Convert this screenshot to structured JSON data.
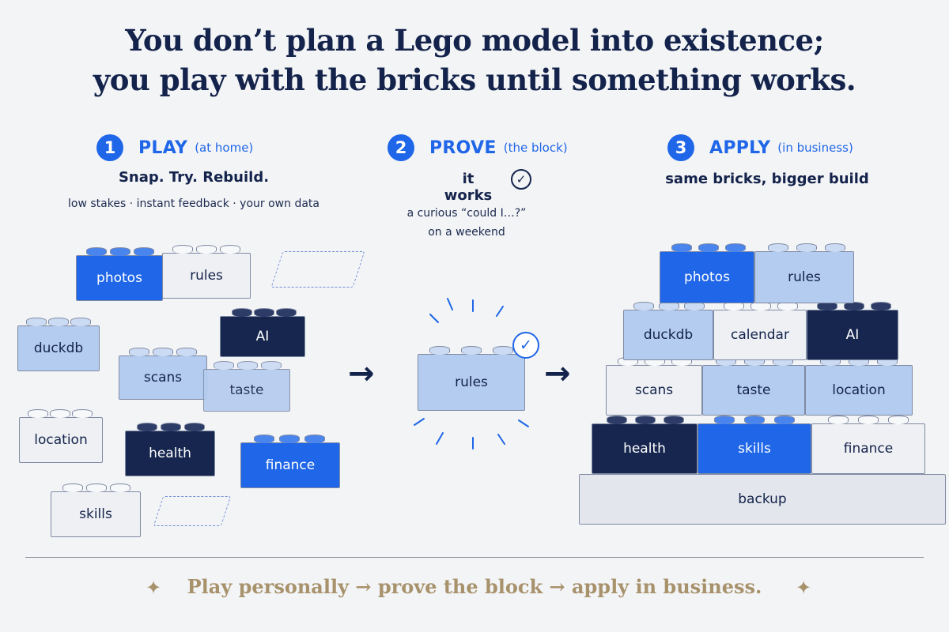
{
  "headline": {
    "line1": "You don’t plan a Lego model into existence;",
    "line2": "you play with the bricks until something works."
  },
  "steps": [
    {
      "num": "1",
      "name": "PLAY",
      "paren": "(at home)",
      "subtitle": "Snap. Try. Rebuild.",
      "detail": "low stakes · instant feedback · your own data"
    },
    {
      "num": "2",
      "name": "PROVE",
      "paren": "(the block)",
      "subtitle": "it works",
      "detail_line1": "a curious “could I…?”",
      "detail_line2": "on a weekend"
    },
    {
      "num": "3",
      "name": "APPLY",
      "paren": "(in business)",
      "subtitle": "same bricks, bigger build"
    }
  ],
  "play_bricks": [
    "photos",
    "rules",
    "duckdb",
    "AI",
    "scans",
    "taste",
    "location",
    "health",
    "finance",
    "skills"
  ],
  "prove_brick": "rules",
  "apply_bricks": {
    "row1": [
      "photos",
      "rules"
    ],
    "row2": [
      "duckdb",
      "calendar",
      "AI"
    ],
    "row3": [
      "scans",
      "taste",
      "location"
    ],
    "row4": [
      "health",
      "skills",
      "finance"
    ],
    "base": "backup"
  },
  "icons": {
    "arrow": "→",
    "check": "✓",
    "sparkle": "✦"
  },
  "colors": {
    "blue": "#1f66e8",
    "navy": "#16264f",
    "light": "#b4ccef",
    "white": "#eef0f4",
    "gold": "#a8926c"
  },
  "footer": "Play personally → prove the block → apply in business."
}
